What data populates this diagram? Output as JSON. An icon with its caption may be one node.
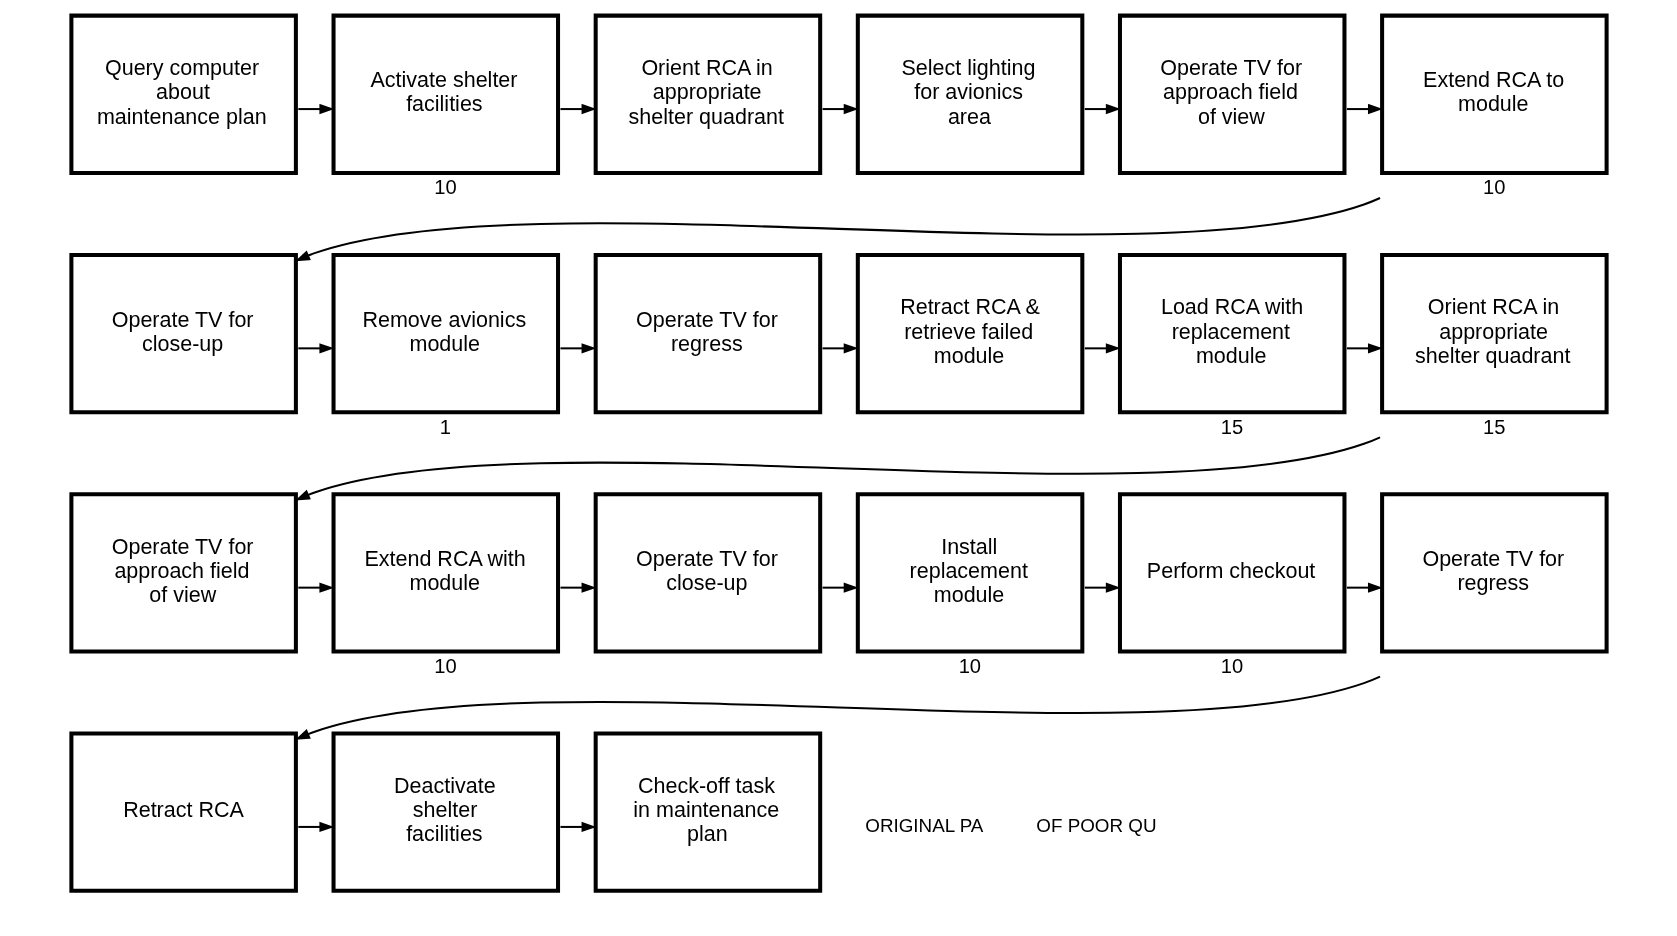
{
  "diagram": {
    "nodes": [
      {
        "text": [
          "Query computer about maintenance plan"
        ]
      },
      {
        "text": [
          "Activate shelter facilities"
        ],
        "beside": [
          "10"
        ]
      },
      {
        "text": [
          "Orient RCA in appropriate shelter quadrant"
        ]
      },
      {
        "text": [
          "Select lighting for avionics area"
        ]
      },
      {
        "text": [
          "Operate TV for approach field of view"
        ]
      },
      {
        "text": [
          "Extend RCA to module"
        ],
        "beside": [
          "10"
        ]
      },
      {
        "text": [
          "Operate TV for close-up"
        ]
      },
      {
        "text": [
          "Remove avionics module"
        ],
        "beside": [
          "1"
        ]
      },
      {
        "text": [
          "Operate TV for regress"
        ]
      },
      {
        "text": [
          "Retract RCA & retrieve failed module"
        ]
      },
      {
        "text": [
          "Load RCA with replacement module"
        ],
        "beside": [
          "15"
        ]
      },
      {
        "text": [
          "Orient RCA in appropriate shelter quadrant"
        ],
        "beside": [
          "15"
        ]
      },
      {
        "text": [
          "Operate TV for approach field of view"
        ]
      },
      {
        "text": [
          "Extend RCA with module"
        ],
        "beside": [
          "10"
        ]
      },
      {
        "text": [
          "Operate TV for close-up"
        ]
      },
      {
        "text": [
          "Install replacement module"
        ],
        "beside": [
          "10"
        ]
      },
      {
        "text": [
          "Perform checkout"
        ],
        "beside": [
          "10"
        ]
      },
      {
        "text": [
          "Operate TV for regress"
        ]
      },
      {
        "text": [
          "Retract RCA"
        ]
      },
      {
        "text": [
          "Deactivate shelter facilities"
        ]
      },
      {
        "text": [
          "Check-off task in maintenance plan"
        ]
      }
    ],
    "edges": [
      {
        "from": 0,
        "to": 1,
        "arrow": "to"
      },
      {
        "from": 1,
        "to": 2,
        "arrow": "to"
      },
      {
        "from": 2,
        "to": 3,
        "arrow": "to"
      },
      {
        "from": 3,
        "to": 4,
        "arrow": "to"
      },
      {
        "from": 4,
        "to": 5,
        "arrow": "to"
      },
      {
        "from": 5,
        "to": 6,
        "arrow": "to"
      },
      {
        "from": 6,
        "to": 7,
        "arrow": "to"
      },
      {
        "from": 7,
        "to": 8,
        "arrow": "to"
      },
      {
        "from": 8,
        "to": 9,
        "arrow": "to"
      },
      {
        "from": 9,
        "to": 10,
        "arrow": "to"
      },
      {
        "from": 10,
        "to": 11,
        "arrow": "to"
      },
      {
        "from": 11,
        "to": 12,
        "arrow": "to"
      },
      {
        "from": 12,
        "to": 13,
        "arrow": "to"
      },
      {
        "from": 13,
        "to": 14,
        "arrow": "to"
      },
      {
        "from": 14,
        "to": 15,
        "arrow": "to"
      },
      {
        "from": 15,
        "to": 16,
        "arrow": "to"
      },
      {
        "from": 16,
        "to": 17,
        "arrow": "to"
      },
      {
        "from": 17,
        "to": 18,
        "arrow": "to"
      },
      {
        "from": 18,
        "to": 19,
        "arrow": "to"
      },
      {
        "from": 19,
        "to": 20,
        "arrow": "to"
      }
    ],
    "labels": [
      "ORIGINAL PA",
      "OF POOR QU"
    ]
  }
}
